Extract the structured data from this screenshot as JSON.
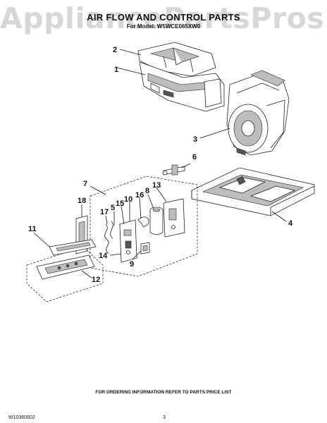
{
  "watermark": "AppliancePartsPros.com",
  "header": {
    "title": "AIR FLOW AND CONTROL PARTS",
    "subtitle": "For Model: W5WCE065XW0"
  },
  "callouts": [
    "1",
    "2",
    "3",
    "4",
    "5",
    "6",
    "7",
    "8",
    "9",
    "10",
    "11",
    "12",
    "13",
    "14",
    "15",
    "16",
    "17",
    "18"
  ],
  "footer": {
    "ordering_note": "FOR ORDERING INFORMATION REFER TO PARTS PRICE LIST",
    "doc_number": "W10360602",
    "page_number": "3"
  }
}
